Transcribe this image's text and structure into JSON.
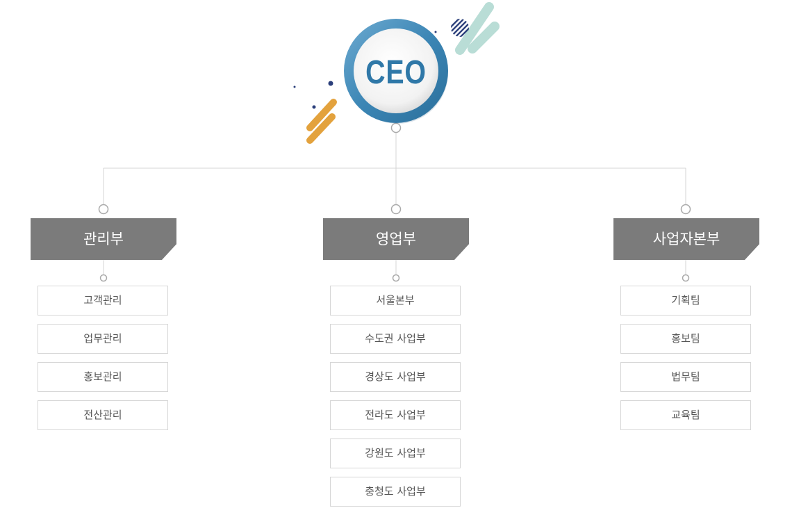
{
  "ceo": {
    "label": "CEO"
  },
  "departments": [
    {
      "title": "관리부",
      "units": [
        "고객관리",
        "업무관리",
        "홍보관리",
        "전산관리"
      ]
    },
    {
      "title": "영업부",
      "units": [
        "서울본부",
        "수도권 사업부",
        "경상도 사업부",
        "전라도 사업부",
        "강원도 사업부",
        "충청도 사업부"
      ]
    },
    {
      "title": "사업자본부",
      "units": [
        "기획팀",
        "홍보팀",
        "법무팀",
        "교육팀"
      ]
    }
  ],
  "colors": {
    "ceo_ring": "#3c86b5",
    "ceo_text": "#2f78a8",
    "dept_header": "#7b7b7b",
    "connector": "#d0d0d0",
    "node_ring": "#a9a9a9",
    "accent_orange": "#e7a33a",
    "accent_mint": "#b7dcd6",
    "accent_navy": "#2a3e7a"
  }
}
